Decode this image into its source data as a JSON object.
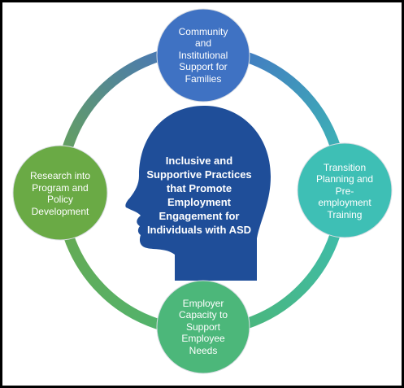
{
  "center": {
    "label": "Inclusive and\nSupportive Practices\nthat Promote\nEmployment\nEngagement for\nIndividuals with ASD",
    "color": "#1f4e99"
  },
  "nodes": {
    "top": {
      "label": "Community\nand\nInstitutional\nSupport  for\nFamilies",
      "color": "#3f72c3"
    },
    "right": {
      "label": "Transition\nPlanning and\nPre-\nemployment\nTraining",
      "color": "#3ebfb5"
    },
    "bottom": {
      "label": "Employer\nCapacity to\nSupport\nEmployee\nNeeds",
      "color": "#4cb77a"
    },
    "left": {
      "label": "Research into\nProgram and\nPolicy\nDevelopment",
      "color": "#6aaa45"
    }
  },
  "ring_colors": {
    "top_right": "#4470c4",
    "right_bottom": "#3cbdb3",
    "bottom_left": "#4db572",
    "left_top": "#6aa84f"
  }
}
